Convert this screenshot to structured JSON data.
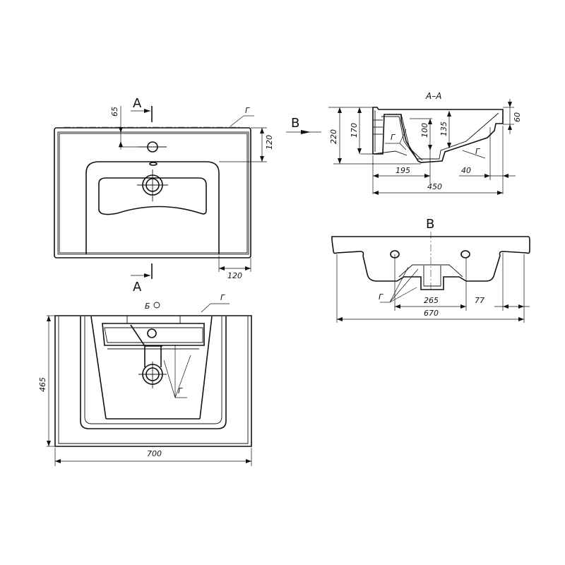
{
  "top_view": {
    "section_marker_top": "A",
    "section_marker_bottom": "A",
    "dim_tap_offset": "65",
    "dim_right_height": "120",
    "dim_bottom_width": "120",
    "callout": "Г"
  },
  "section_view": {
    "title": "A–A",
    "view_arrow": "В",
    "dim_220": "220",
    "dim_170": "170",
    "dim_100": "100",
    "dim_135": "135",
    "dim_60": "60",
    "dim_195": "195",
    "dim_40": "40",
    "dim_450": "450",
    "callout_left": "Г",
    "callout_right": "Г"
  },
  "rear_view": {
    "title": "В",
    "dim_265": "265",
    "dim_77": "77",
    "dim_670": "670",
    "callout": "Г"
  },
  "bottom_view": {
    "label": "Б",
    "dim_height": "465",
    "dim_width": "700",
    "callout_top": "Г",
    "callout_inner": "Г"
  }
}
